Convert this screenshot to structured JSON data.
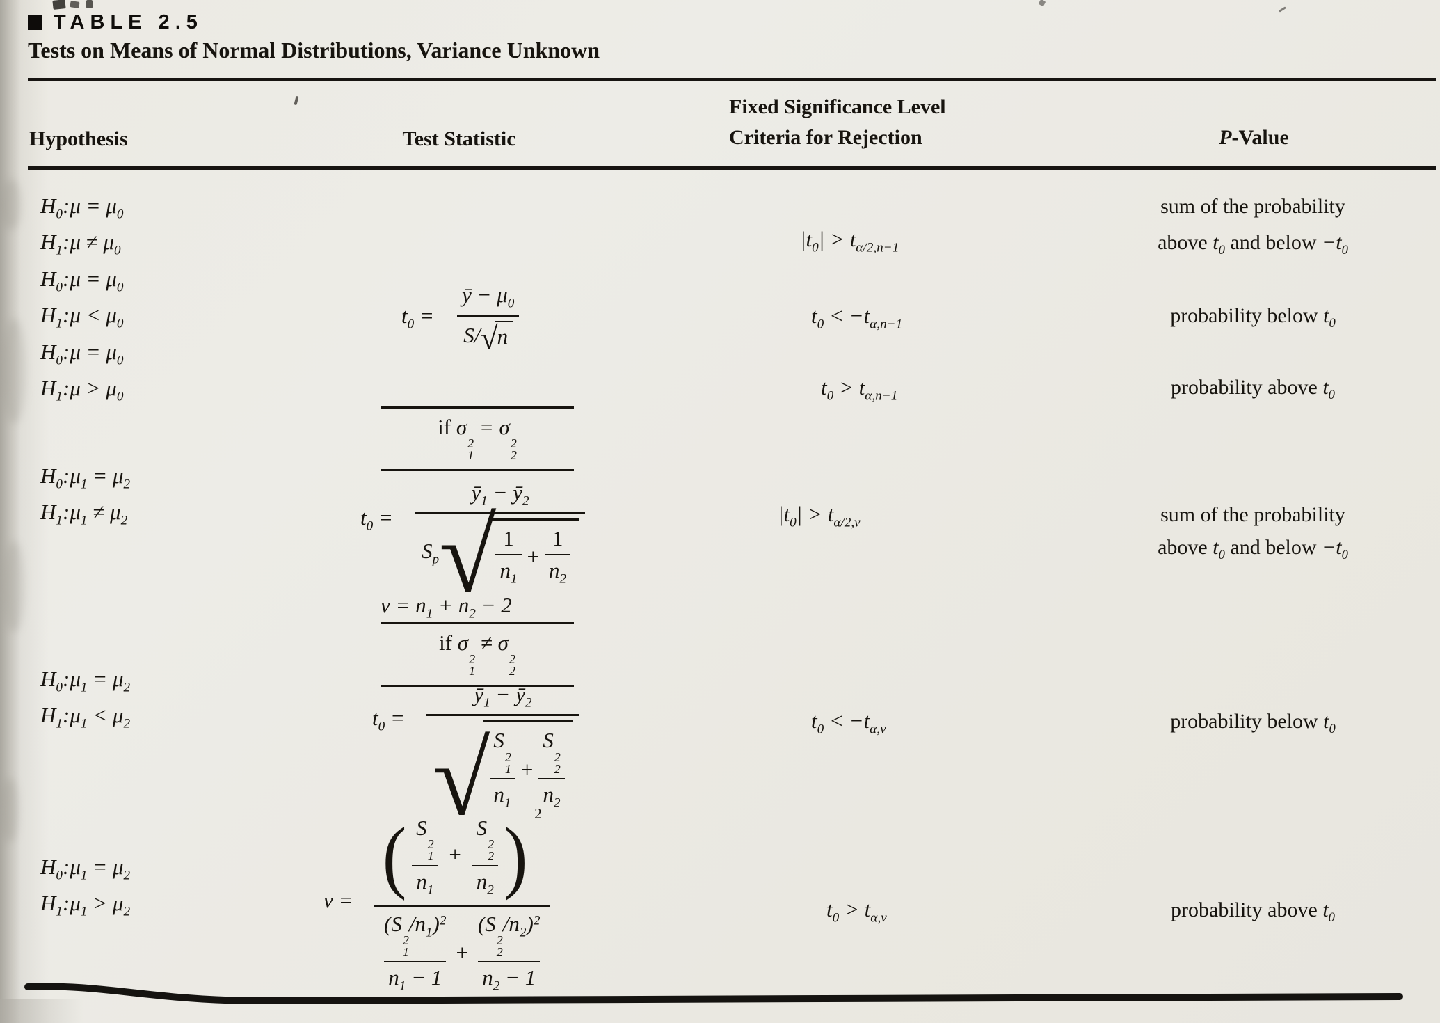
{
  "page": {
    "label": "TABLE 2.5",
    "title": "Tests on Means of Normal Distributions, Variance Unknown",
    "ink_color": "#17140f",
    "paper_color": "#ecebe5"
  },
  "headers": {
    "hypothesis": "Hypothesis",
    "test_statistic": "Test Statistic",
    "criteria_line1": "Fixed Significance Level",
    "criteria_line2": "Criteria for Rejection",
    "p_italic": "P",
    "p_rest": "-Value"
  },
  "section1": {
    "hypotheses": [
      "H_{0}:μ = μ_{0}",
      "H_{1}:μ ≠ μ_{0}",
      "H_{0}:μ = μ_{0}",
      "H_{1}:μ < μ_{0}",
      "H_{0}:μ = μ_{0}",
      "H_{1}:μ > μ_{0}"
    ],
    "statistic": {
      "lhs": "t_{0} =",
      "num": "ȳ − μ_{0}",
      "den_pre": "S/",
      "radical": "√",
      "radicand": "n"
    },
    "criteria": [
      "|t_{0}| > t_{α/2,n−1}",
      "t_{0} < −t_{α,n−1}",
      "t_{0} > t_{α,n−1}"
    ],
    "p_two_sided": {
      "line1": "sum of the probability",
      "above": "above ",
      "t0": "t_{0}",
      "mid": " and below ",
      "neg_t0": "−t_{0}"
    },
    "p_lower": {
      "text": "probability below ",
      "t0": "t_{0}"
    },
    "p_upper": {
      "text": "probability above ",
      "t0": "t_{0}"
    }
  },
  "section2": {
    "condition_pre": "if ",
    "condition_math": "σ_{1}^{2} = σ_{2}^{2}",
    "hypotheses": [
      "H_{0}:μ_{1} = μ_{2}",
      "H_{1}:μ_{1} ≠ μ_{2}"
    ],
    "statistic": {
      "lhs": "t_{0} =",
      "num": "ȳ_{1} − ȳ_{2}",
      "sp": "S_{p}",
      "radical": "√",
      "f1n": "1",
      "f1d": "n_{1}",
      "plus": "+",
      "f2n": "1",
      "f2d": "n_{2}"
    },
    "df_line": "v = n_{1} + n_{2} − 2",
    "condition2_pre": "if ",
    "condition2_math": "σ_{1}^{2} ≠ σ_{2}^{2}",
    "criteria": "|t_{0}| > t_{α/2,v}",
    "p_two_sided": {
      "line1": "sum of the probability",
      "above": "above ",
      "t0": "t_{0}",
      "mid": " and below ",
      "neg_t0": "−t_{0}"
    }
  },
  "section3": {
    "hypotheses": [
      "H_{0}:μ_{1} = μ_{2}",
      "H_{1}:μ_{1} < μ_{2}"
    ],
    "statistic": {
      "lhs": "t_{0} =",
      "num": "ȳ_{1} − ȳ_{2}",
      "radical": "√",
      "f1n": "S_{1}^{2}",
      "f1d": "n_{1}",
      "plus": "+",
      "f2n": "S_{2}^{2}",
      "f2d": "n_{2}"
    },
    "criteria": "t_{0} < −t_{α,v}",
    "p_value": {
      "text": "probability below ",
      "t0": "t_{0}"
    }
  },
  "section4": {
    "hypotheses": [
      "H_{0}:μ_{1} = μ_{2}",
      "H_{1}:μ_{1} > μ_{2}"
    ],
    "statistic": {
      "lhs": "v =",
      "lparen": "(",
      "rparen": ")",
      "power": "2",
      "f1n": "S_{1}^{2}",
      "f1d": "n_{1}",
      "plus": "+",
      "f2n": "S_{2}^{2}",
      "f2d": "n_{2}",
      "g1n": "(S_{1}^{2}/n_{1})^{2}",
      "g1d": "n_{1} − 1",
      "plus2": "+",
      "g2n": "(S_{2}^{2}/n_{2})^{2}",
      "g2d": "n_{2} − 1"
    },
    "criteria": "t_{0} > t_{α,v}",
    "p_value": {
      "text": "probability above ",
      "t0": "t_{0}"
    }
  }
}
